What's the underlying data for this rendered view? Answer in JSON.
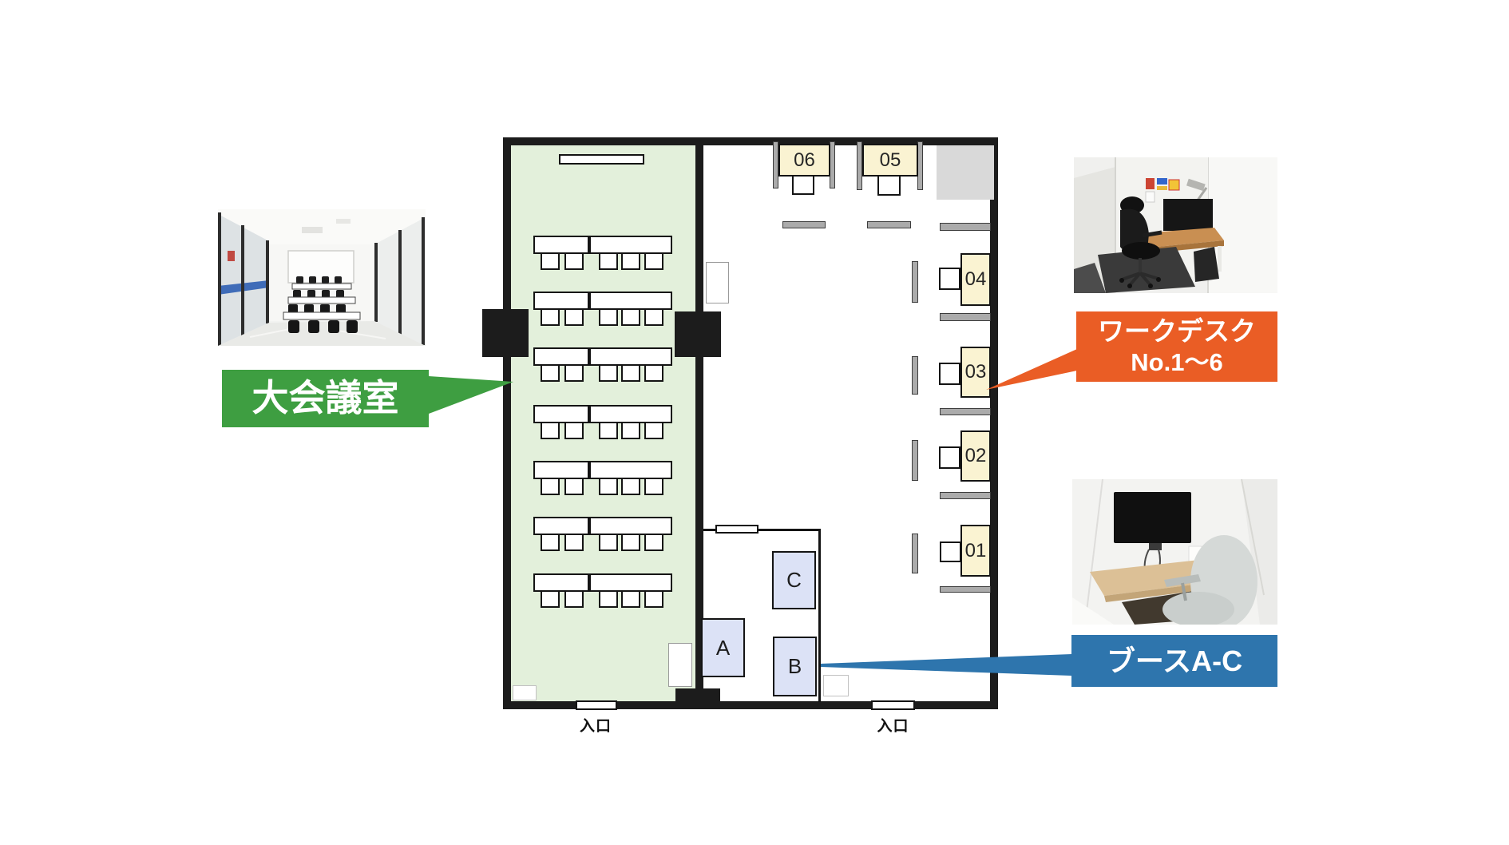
{
  "page": {
    "background": "#FFFFFF"
  },
  "callouts": {
    "meeting_room": {
      "label": "大会議室",
      "color": "#3E9E41"
    },
    "work_desks": {
      "line1": "ワークデスク",
      "line2": "No.1〜6",
      "color": "#EA5D25"
    },
    "booths": {
      "label": "ブースA-C",
      "color": "#2E75AD"
    }
  },
  "floor_plan": {
    "wall_color": "#1C1C1C",
    "entrance_labels": [
      "入口",
      "入口"
    ],
    "meeting_room": {
      "fill": "#E3F0DB",
      "table_rows": 7
    },
    "desks": {
      "fill": "#FAF3D2",
      "labels": [
        "06",
        "05",
        "04",
        "03",
        "02",
        "01"
      ]
    },
    "booths": {
      "fill": "#DCE2F6",
      "labels": [
        "C",
        "A",
        "B"
      ]
    }
  }
}
